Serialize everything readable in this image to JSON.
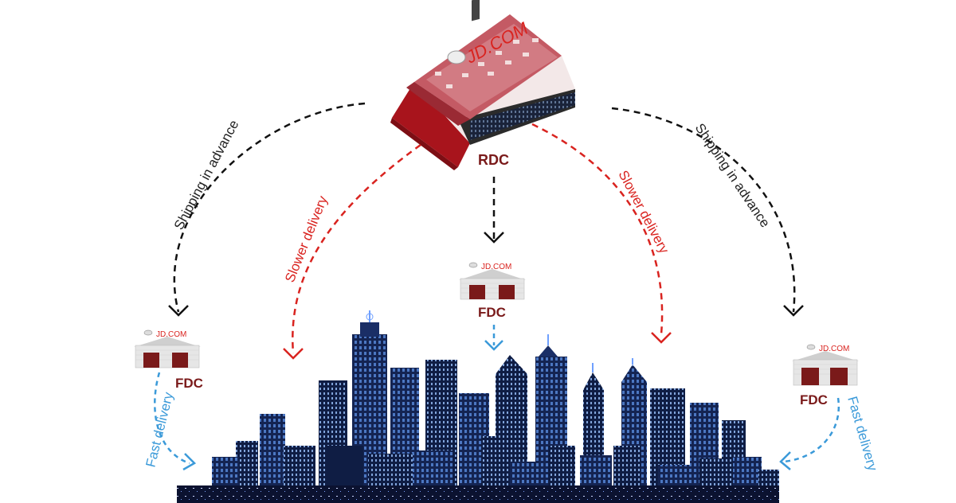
{
  "rdc": {
    "brand": "JD.COM",
    "label": "RDC"
  },
  "fdc_brand": "JD.COM",
  "fdcs": [
    {
      "id": "left",
      "label": "FDC"
    },
    {
      "id": "center",
      "label": "FDC"
    },
    {
      "id": "right",
      "label": "FDC"
    }
  ],
  "flows": {
    "shipping_in_advance": "Shipping in advance",
    "slower_delivery": "Slower delivery",
    "fast_delivery": "Fast delivery"
  },
  "colors": {
    "black_arrow": "#111111",
    "red_arrow": "#d9231f",
    "blue_arrow": "#3b9ad9",
    "label_dark_red": "#7a1a1a",
    "brand_red": "#d9231f",
    "roof_red": "#b01c1c",
    "city_dark": "#0f1b3a",
    "city_blue": "#2a4a8a",
    "window_light": "#7fb4ff"
  }
}
